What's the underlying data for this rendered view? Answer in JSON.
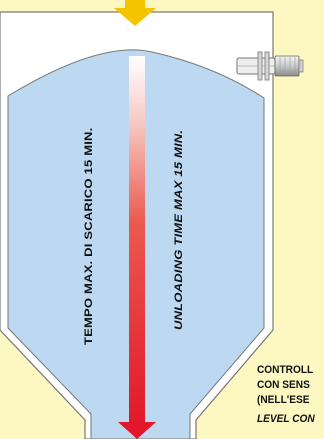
{
  "labels": {
    "unloading_it": "TEMPO MAX. DI SCARICO 15 MIN.",
    "unloading_en": "UNLOADING TIME MAX 15 MIN."
  },
  "caption": {
    "line1": "CONTROLL",
    "line2": "CON SENS",
    "line3": "(NELL'ESE",
    "line4": "LEVEL CON"
  },
  "colors": {
    "background": "#fdf8c2",
    "silo_fill": "#bcd9f1",
    "silo_wall": "#ffffff",
    "arrow_top": "#ffffff",
    "arrow_bottom": "#e3172b",
    "inlet_arrow": "#f5c400"
  },
  "icons": {
    "inlet": "yellow-down-arrow-icon",
    "sensor": "level-sensor-icon",
    "flow": "red-gradient-down-arrow-icon"
  }
}
